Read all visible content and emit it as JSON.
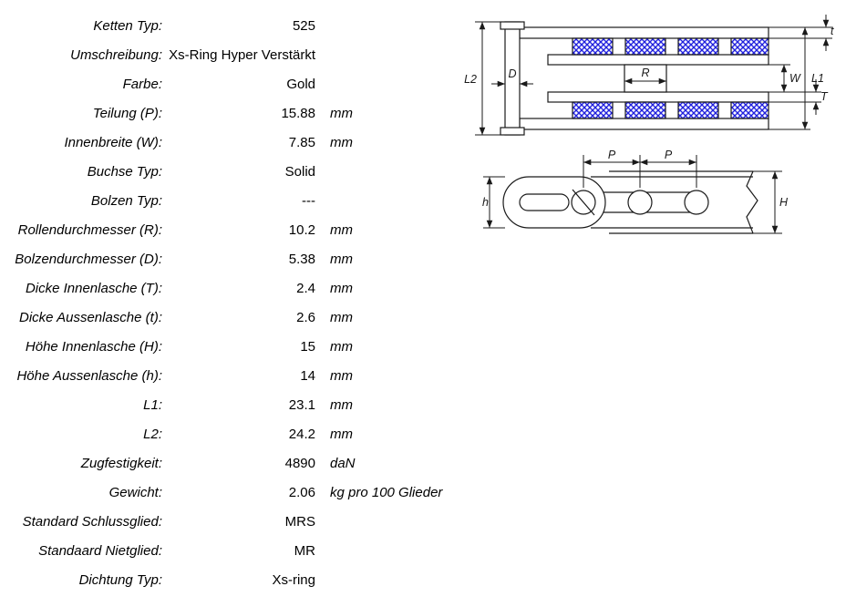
{
  "page": {
    "background": "#ffffff"
  },
  "spec_table": {
    "rows": [
      {
        "label": "Ketten Typ:",
        "value": "525",
        "unit": ""
      },
      {
        "label": "Umschreibung:",
        "value": "Xs-Ring Hyper Verstärkt",
        "unit": ""
      },
      {
        "label": "Farbe:",
        "value": "Gold",
        "unit": ""
      },
      {
        "label": "Teilung (P):",
        "value": "15.88",
        "unit": "mm"
      },
      {
        "label": "Innenbreite (W):",
        "value": "7.85",
        "unit": "mm"
      },
      {
        "label": "Buchse Typ:",
        "value": "Solid",
        "unit": ""
      },
      {
        "label": "Bolzen Typ:",
        "value": "---",
        "unit": ""
      },
      {
        "label": "Rollendurchmesser (R):",
        "value": "10.2",
        "unit": "mm"
      },
      {
        "label": "Bolzendurchmesser (D):",
        "value": "5.38",
        "unit": "mm"
      },
      {
        "label": "Dicke Innenlasche (T):",
        "value": "2.4",
        "unit": "mm"
      },
      {
        "label": "Dicke Aussenlasche (t):",
        "value": "2.6",
        "unit": "mm"
      },
      {
        "label": "Höhe Innenlasche (H):",
        "value": "15",
        "unit": "mm"
      },
      {
        "label": "Höhe Aussenlasche (h):",
        "value": "14",
        "unit": "mm"
      },
      {
        "label": "L1:",
        "value": "23.1",
        "unit": "mm"
      },
      {
        "label": "L2:",
        "value": "24.2",
        "unit": "mm"
      },
      {
        "label": "Zugfestigkeit:",
        "value": "4890",
        "unit": "daN"
      },
      {
        "label": "Gewicht:",
        "value": "2.06",
        "unit": "kg pro 100 Glieder"
      },
      {
        "label": "Standard Schlussglied:",
        "value": "MRS",
        "unit": ""
      },
      {
        "label": "Standaard Nietglied:",
        "value": "MR",
        "unit": ""
      },
      {
        "label": "Dichtung Typ:",
        "value": "Xs-ring",
        "unit": ""
      }
    ]
  },
  "diagrams": {
    "hatch_color": "#2222dd",
    "line_color": "#1a1a1a",
    "top_view": {
      "labels": {
        "l2": "L2",
        "d": "D",
        "r": "R",
        "w": "W",
        "t_small": "t",
        "l1": "L1",
        "t_big": "T"
      }
    },
    "side_view": {
      "labels": {
        "p1": "P",
        "p2": "P",
        "h_small": "h",
        "h_big": "H"
      }
    }
  }
}
